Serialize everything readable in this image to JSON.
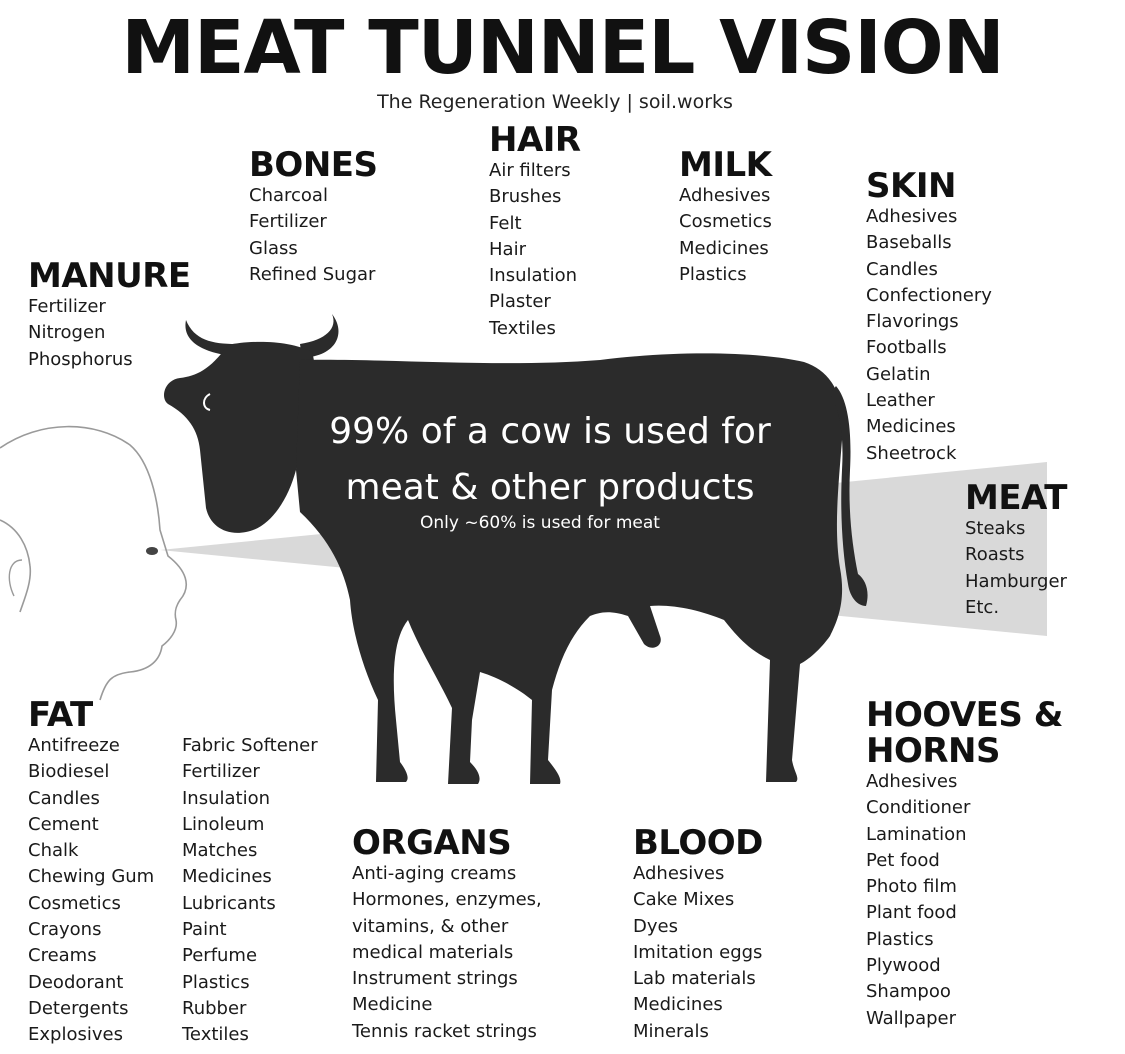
{
  "title": "MEAT TUNNEL VISION",
  "subtitle": "The Regeneration Weekly | soil.works",
  "cow_text": {
    "main_line1": "99% of a cow is used for",
    "main_line2": "meat & other products",
    "sub": "Only ~60% is used for meat"
  },
  "categories": {
    "manure": {
      "title": "MANURE",
      "items": [
        "Fertilizer",
        "Nitrogen",
        "Phosphorus"
      ]
    },
    "bones": {
      "title": "BONES",
      "items": [
        "Charcoal",
        "Fertilizer",
        "Glass",
        "Refined Sugar"
      ]
    },
    "hair": {
      "title": "HAIR",
      "items": [
        "Air filters",
        "Brushes",
        "Felt",
        "Hair",
        "Insulation",
        "Plaster",
        "Textiles"
      ]
    },
    "milk": {
      "title": "MILK",
      "items": [
        "Adhesives",
        "Cosmetics",
        "Medicines",
        "Plastics"
      ]
    },
    "skin": {
      "title": "SKIN",
      "items": [
        "Adhesives",
        "Baseballs",
        "Candles",
        "Confectionery",
        "Flavorings",
        "Footballs",
        "Gelatin",
        "Leather",
        "Medicines",
        "Sheetrock"
      ]
    },
    "meat": {
      "title": "MEAT",
      "items": [
        "Steaks",
        "Roasts",
        "Hamburger",
        "Etc."
      ]
    },
    "fat": {
      "title": "FAT",
      "items_col1": [
        "Antifreeze",
        "Biodiesel",
        "Candles",
        "Cement",
        "Chalk",
        "Chewing Gum",
        "Cosmetics",
        "Crayons",
        "Creams",
        "Deodorant",
        "Detergents",
        "Explosives"
      ],
      "items_col2": [
        "Fabric Softener",
        "Fertilizer",
        "Insulation",
        "Linoleum",
        "Matches",
        "Medicines",
        "Lubricants",
        "Paint",
        "Perfume",
        "Plastics",
        "Rubber",
        "Textiles"
      ]
    },
    "organs": {
      "title": "ORGANS",
      "items": [
        "Anti-aging creams",
        "Hormones, enzymes,",
        "vitamins, & other",
        "medical materials",
        "Instrument strings",
        "Medicine",
        "Tennis racket strings"
      ]
    },
    "blood": {
      "title": "BLOOD",
      "items": [
        "Adhesives",
        "Cake Mixes",
        "Dyes",
        "Imitation eggs",
        "Lab materials",
        "Medicines",
        "Minerals"
      ]
    },
    "hooves_horns": {
      "title_line1": "HOOVES &",
      "title_line2": "HORNS",
      "items": [
        "Adhesives",
        "Conditioner",
        "Lamination",
        "Pet food",
        "Photo film",
        "Plant food",
        "Plastics",
        "Plywood",
        "Shampoo",
        "Wallpaper"
      ]
    }
  },
  "colors": {
    "cow": "#2b2b2b",
    "tunnel": "#d9d9d9",
    "text": "#111111",
    "overlay_text": "#ffffff"
  },
  "icons": [
    "cow-silhouette",
    "human-face-outline",
    "vision-tunnel"
  ]
}
